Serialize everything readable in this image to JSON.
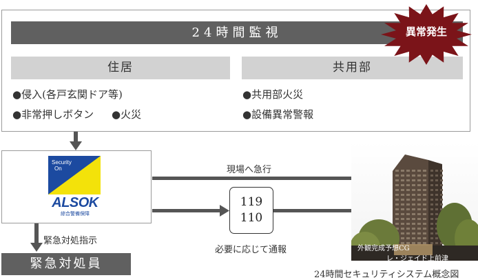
{
  "monitoring": {
    "title": "24時間監視",
    "alert": "異常発生",
    "residence": {
      "header": "住居",
      "items": [
        "●侵入(各戸玄関ドア等)",
        "●非常押しボタン",
        "●火災"
      ]
    },
    "common": {
      "header": "共用部",
      "items": [
        "●共用部火災",
        "●設備異常警報"
      ]
    }
  },
  "alsok": {
    "logo_text": "ALSOK",
    "badge_line1": "Security",
    "badge_line2": "On",
    "company": "綜合警備保障"
  },
  "flow": {
    "dispatch_label": "現場へ急行",
    "numbers": [
      "119",
      "110"
    ],
    "report_label": "必要に応じて通報",
    "instruction_label": "緊急対処指示",
    "responder": "緊急対処員"
  },
  "building": {
    "photo_note": "外観完成予想CG",
    "name": "レ・ジェイド上前津"
  },
  "caption": "24時間セキュリティシステム概念図",
  "colors": {
    "dark_gray": "#606060",
    "light_gray": "#d2d2d2",
    "burst_red": "#7b1419",
    "alsok_blue": "#1c4aa0",
    "alsok_yellow": "#f3e20a"
  }
}
